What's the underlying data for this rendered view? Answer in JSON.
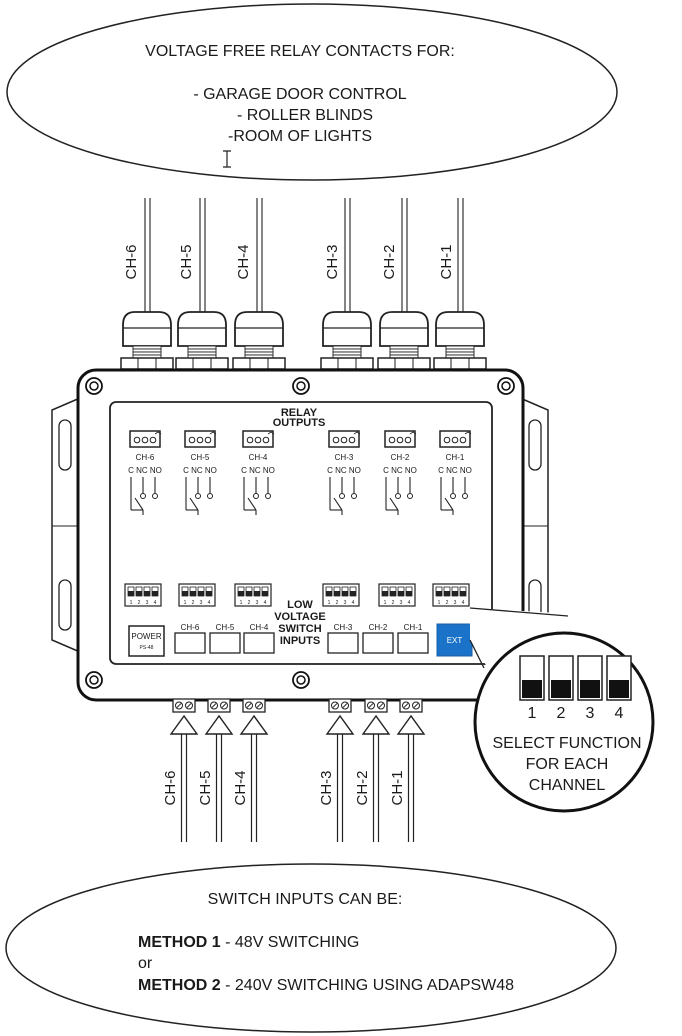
{
  "top_note": {
    "line1": "VOLTAGE FREE RELAY CONTACTS FOR:",
    "line2": "- GARAGE DOOR CONTROL",
    "line3": "- ROLLER BLINDS",
    "line4": "-ROOM OF LIGHTS"
  },
  "relay_outputs": {
    "title_line1": "RELAY",
    "title_line2": "OUTPUTS",
    "contact_labels": "C NC NO",
    "channels": [
      "CH-6",
      "CH-5",
      "CH-4",
      "CH-3",
      "CH-2",
      "CH-1"
    ]
  },
  "switch_inputs": {
    "title_line1": "LOW",
    "title_line2": "VOLTAGE",
    "title_line3": "SWITCH",
    "title_line4": "INPUTS",
    "channels": [
      "CH-6",
      "CH-5",
      "CH-4",
      "CH-3",
      "CH-2",
      "CH-1"
    ]
  },
  "dip_numbers": [
    "1",
    "2",
    "3",
    "4"
  ],
  "power_button": {
    "label": "POWER",
    "sublabel": "PS-48"
  },
  "ext_button": {
    "label": "EXT",
    "color": "#1a73c8"
  },
  "zoom_callout": {
    "dip_numbers": [
      "1",
      "2",
      "3",
      "4"
    ],
    "line1": "SELECT FUNCTION",
    "line2": "FOR EACH",
    "line3": "CHANNEL"
  },
  "bottom_note": {
    "title": "SWITCH INPUTS CAN BE:",
    "method1_bold": "METHOD 1",
    "method1_rest": " - 48V SWITCHING",
    "or": "or",
    "method2_bold": "METHOD 2",
    "method2_rest": " - 240V SWITCHING USING ADAPSW48"
  }
}
